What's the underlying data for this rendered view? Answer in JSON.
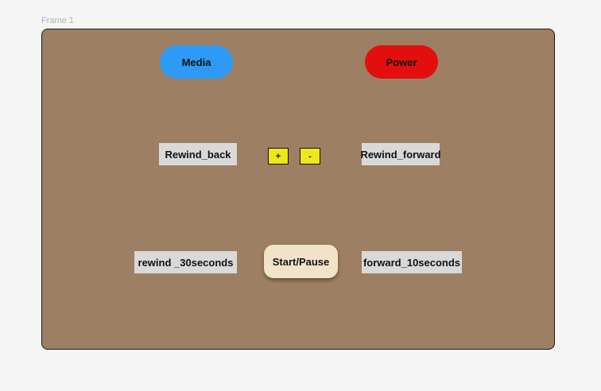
{
  "frame": {
    "label": "Frame 1",
    "background": "#9d7f63"
  },
  "buttons": {
    "media": "Media",
    "power": "Power",
    "rewind_back": "Rewind_back",
    "plus": "+",
    "minus": "-",
    "rewind_forward": "Rewind_forward",
    "rewind_30": "rewind _30seconds",
    "start_pause": "Start/Pause",
    "forward_10": "forward_10seconds"
  },
  "colors": {
    "media": "#2d9bf5",
    "power": "#e30f0f",
    "gray_button": "#d9d9d9",
    "small_button": "#ece81a",
    "start_pause": "#f2e2c8"
  }
}
